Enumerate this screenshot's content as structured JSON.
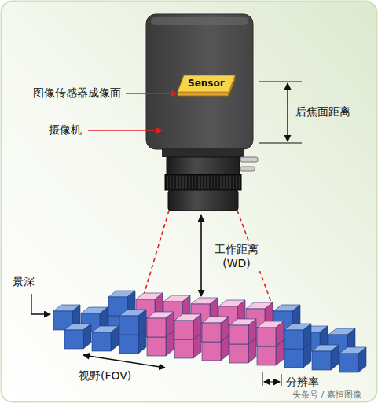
{
  "diagram": {
    "nodes": [
      {
        "text": [
          "Sensor"
        ]
      }
    ],
    "labels": [
      "图像传感器成像面",
      "摄像机",
      "后焦面距离",
      "工作距离 (WD)",
      "景深",
      "视野(FOV)",
      "分辨率",
      "头条号 / 嘉恒图像"
    ]
  }
}
